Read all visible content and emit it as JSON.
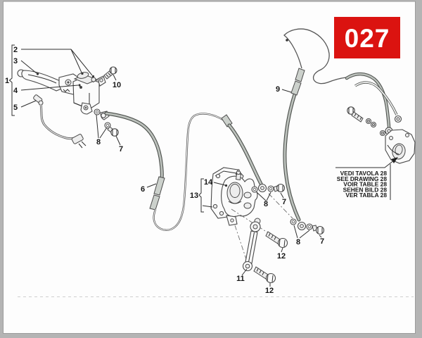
{
  "page": {
    "badge_number": "027"
  },
  "colors": {
    "badge_red": "#DB1310",
    "line_dark": "#3f3f3f",
    "hose_gray": "#bcc1bc",
    "page_edge_gray": "#b4b4b4"
  },
  "callouts": [
    {
      "text": "1"
    },
    {
      "text": "2"
    },
    {
      "text": "3"
    },
    {
      "text": "4"
    },
    {
      "text": "5"
    },
    {
      "text": "10"
    },
    {
      "text": "8"
    },
    {
      "text": "7"
    },
    {
      "text": "6"
    },
    {
      "text": "9"
    },
    {
      "text": "13"
    },
    {
      "text": "14"
    },
    {
      "text": "8"
    },
    {
      "text": "7"
    },
    {
      "text": "8"
    },
    {
      "text": "7"
    },
    {
      "text": "12"
    },
    {
      "text": "12"
    },
    {
      "text": "11"
    }
  ],
  "reference_note": {
    "lines": [
      "VEDI TAVOLA 28",
      "SEE DRAWING 28",
      "VOIR TABLE 28",
      "SEHEN BILD 28",
      "VER TABLA 28"
    ]
  }
}
